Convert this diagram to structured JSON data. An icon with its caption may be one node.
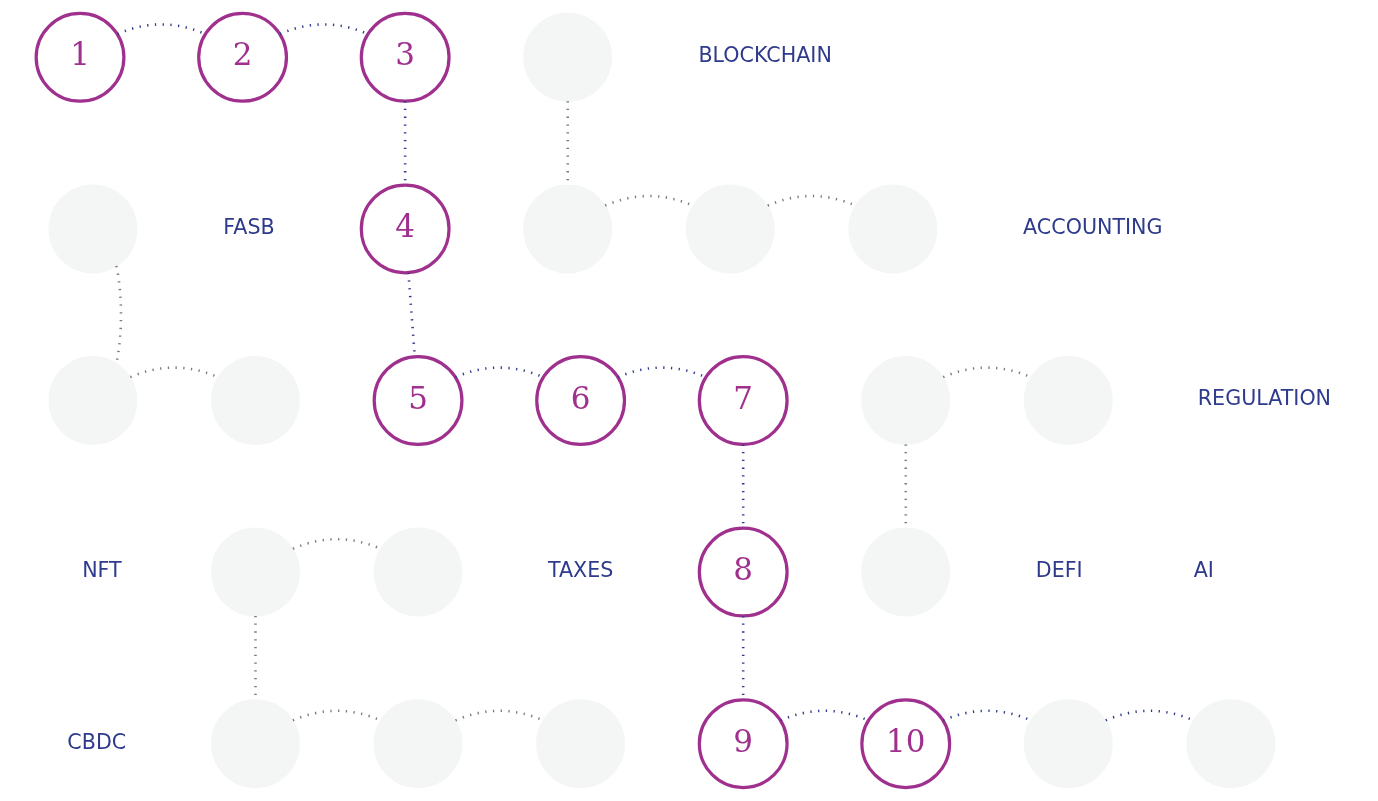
{
  "diagram": {
    "nodes": [
      {
        "text": [
          "1"
        ]
      },
      {
        "text": [
          "2"
        ]
      },
      {
        "text": [
          "3"
        ]
      },
      {
        "text": [],
        "shape": "circle"
      },
      {
        "text": [],
        "shape": "circle"
      },
      {
        "text": [
          "4"
        ]
      },
      {
        "text": [],
        "shape": "circle"
      },
      {
        "text": [],
        "shape": "circle"
      },
      {
        "text": [],
        "shape": "circle"
      },
      {
        "text": [],
        "shape": "circle"
      },
      {
        "text": [],
        "shape": "circle"
      },
      {
        "text": [
          "5"
        ]
      },
      {
        "text": [
          "6"
        ]
      },
      {
        "text": [
          "7"
        ]
      },
      {
        "text": [],
        "shape": "circle"
      },
      {
        "text": [],
        "shape": "circle"
      },
      {
        "text": [],
        "shape": "circle"
      },
      {
        "text": [],
        "shape": "circle"
      },
      {
        "text": [
          "8"
        ]
      },
      {
        "text": [],
        "shape": "circle"
      },
      {
        "text": [],
        "shape": "circle"
      },
      {
        "text": [],
        "shape": "circle"
      },
      {
        "text": [],
        "shape": "circle"
      },
      {
        "text": [
          "9"
        ]
      },
      {
        "text": [
          "10"
        ]
      },
      {
        "text": [],
        "shape": "circle"
      },
      {
        "text": [],
        "shape": "circle"
      }
    ],
    "edges": [
      {
        "from": 0,
        "to": 1,
        "arrow": "none"
      },
      {
        "from": 1,
        "to": 2,
        "arrow": "none"
      },
      {
        "from": 2,
        "to": 5,
        "arrow": "none"
      },
      {
        "from": 5,
        "to": 11,
        "arrow": "none"
      },
      {
        "from": 11,
        "to": 12,
        "arrow": "none"
      },
      {
        "from": 12,
        "to": 13,
        "arrow": "none"
      },
      {
        "from": 13,
        "to": 18,
        "arrow": "none"
      },
      {
        "from": 18,
        "to": 23,
        "arrow": "none"
      },
      {
        "from": 23,
        "to": 24,
        "arrow": "none"
      },
      {
        "from": 24,
        "to": 25,
        "arrow": "none"
      },
      {
        "from": 25,
        "to": 26,
        "arrow": "none"
      },
      {
        "from": 3,
        "to": 6,
        "arrow": "none",
        "color": "#7a7a7a"
      },
      {
        "from": 6,
        "to": 7,
        "arrow": "none",
        "color": "#7a7a7a"
      },
      {
        "from": 7,
        "to": 8,
        "arrow": "none",
        "color": "#7a7a7a"
      },
      {
        "from": 4,
        "to": 9,
        "arrow": "none",
        "color": "#7a7a7a"
      },
      {
        "from": 9,
        "to": 10,
        "arrow": "none",
        "color": "#7a7a7a"
      },
      {
        "from": 14,
        "to": 15,
        "arrow": "none",
        "color": "#7a7a7a"
      },
      {
        "from": 14,
        "to": 19,
        "arrow": "none",
        "color": "#7a7a7a"
      },
      {
        "from": 16,
        "to": 17,
        "arrow": "none",
        "color": "#7a7a7a"
      },
      {
        "from": 16,
        "to": 20,
        "arrow": "none",
        "color": "#7a7a7a"
      },
      {
        "from": 20,
        "to": 21,
        "arrow": "none",
        "color": "#7a7a7a"
      },
      {
        "from": 21,
        "to": 22,
        "arrow": "none",
        "color": "#7a7a7a"
      }
    ],
    "labels": [
      "BLOCKCHAIN",
      "FASB",
      "ACCOUNTING",
      "REGULATION",
      "NFT",
      "TAXES",
      "DEFI",
      "AI",
      "CBDC"
    ]
  }
}
